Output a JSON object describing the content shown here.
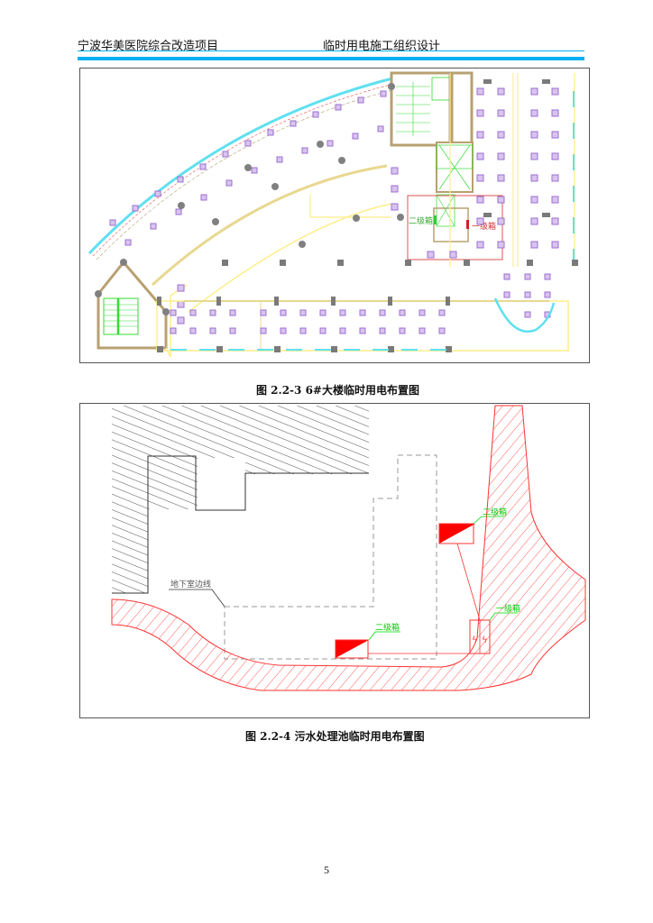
{
  "header": {
    "project": "宁波华美医院综合改造项目",
    "document": "临时用电施工组织设计",
    "accent_color": "#00b0f0"
  },
  "figure1": {
    "caption": "图 2.2-3  6#大楼临时用电布置图",
    "labels": {
      "secondary_box": "二级箱",
      "primary_box": "一级箱"
    },
    "colors": {
      "wall": "#b8a070",
      "curtain_wall": "#5fe0f0",
      "light_fixture": "#9b6fd0",
      "column_round": "#808080",
      "column_square": "#7a7a7a",
      "stair": "#33dd33",
      "boundary_red": "#e05050",
      "yellow_line": "#ffee88"
    }
  },
  "figure2": {
    "caption": "图 2.2-4  污水处理池临时用电布置图",
    "labels": {
      "basement_edge": "地下室边线",
      "secondary_box_1": "二级箱",
      "secondary_box_2": "二级箱",
      "primary_box": "一级箱"
    },
    "colors": {
      "hatch_building": "#222222",
      "hatch_road": "#ff0000",
      "dashed_line": "#999999",
      "label_green": "#00dd00"
    }
  },
  "footer": {
    "page_number": "5"
  }
}
